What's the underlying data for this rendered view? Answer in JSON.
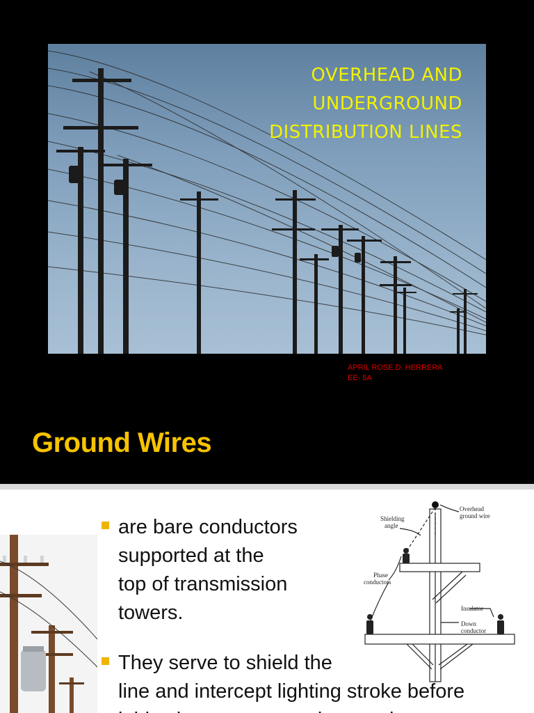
{
  "slide1": {
    "title_lines": [
      "OVERHEAD AND",
      "UNDERGROUND",
      "DISTRIBUTION  LINES"
    ],
    "author_lines": [
      "APRIL ROSE D. HERRERA",
      "EE- 5A"
    ],
    "colors": {
      "title": "#f2f200",
      "author": "#e00000"
    }
  },
  "slide2": {
    "title": "Ground Wires",
    "bullets": [
      {
        "lines": [
          "are bare conductors",
          "supported at the",
          "top of transmission",
          " towers."
        ]
      },
      {
        "lines": [
          "They serve to shield the",
          " line and intercept lighting stroke before",
          "it hits the current carrying conductors"
        ]
      }
    ],
    "diagram_labels": {
      "overhead_ground_wire": [
        "Overhead",
        "ground wire"
      ],
      "shielding_angle": [
        "Shielding",
        "angle"
      ],
      "phase_conductors": [
        "Phase",
        "conductors"
      ],
      "insulator": "Insulator",
      "down_conductor": [
        "Down",
        "conductor"
      ]
    },
    "colors": {
      "title": "#f6c300",
      "bullet": "#f0b400"
    }
  }
}
